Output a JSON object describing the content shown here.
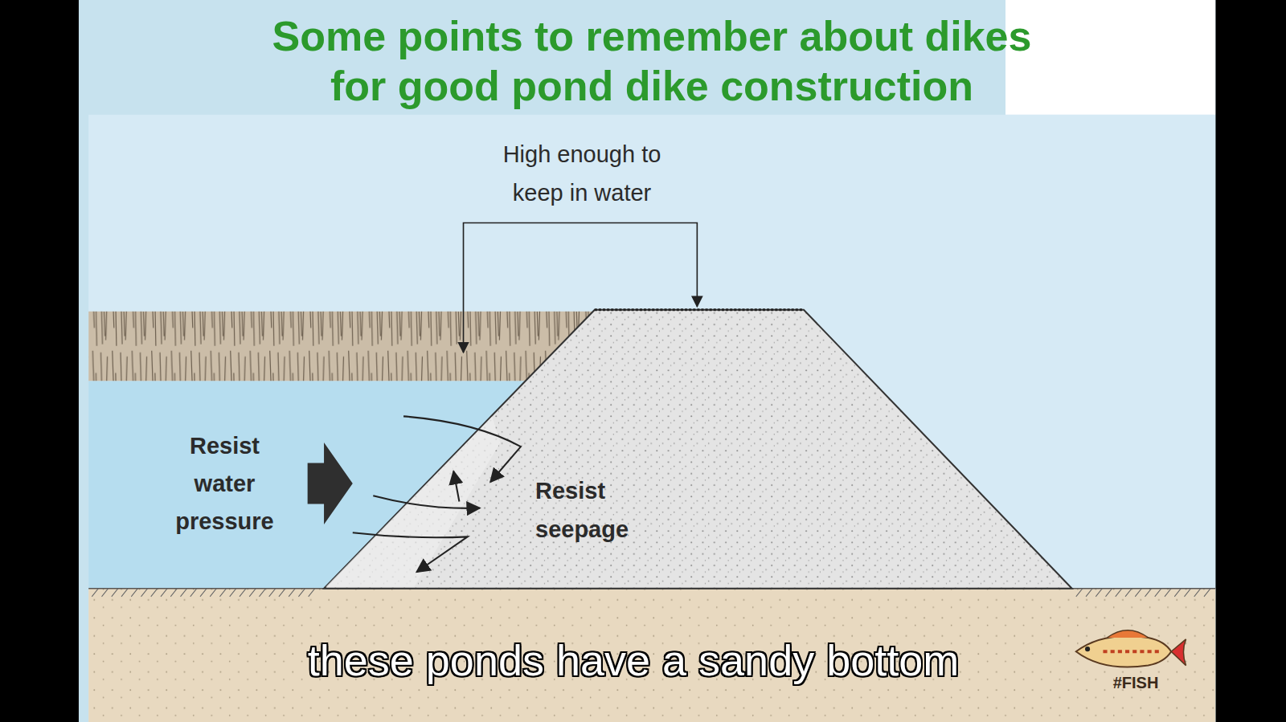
{
  "diagram": {
    "title": "Some points to remember about dikes for good pond dike construction",
    "caption": "these ponds have a sandy bottom",
    "labels": [
      "High enough to keep in water",
      "Resist water pressure",
      "Resist seepage",
      "#FISH"
    ]
  }
}
